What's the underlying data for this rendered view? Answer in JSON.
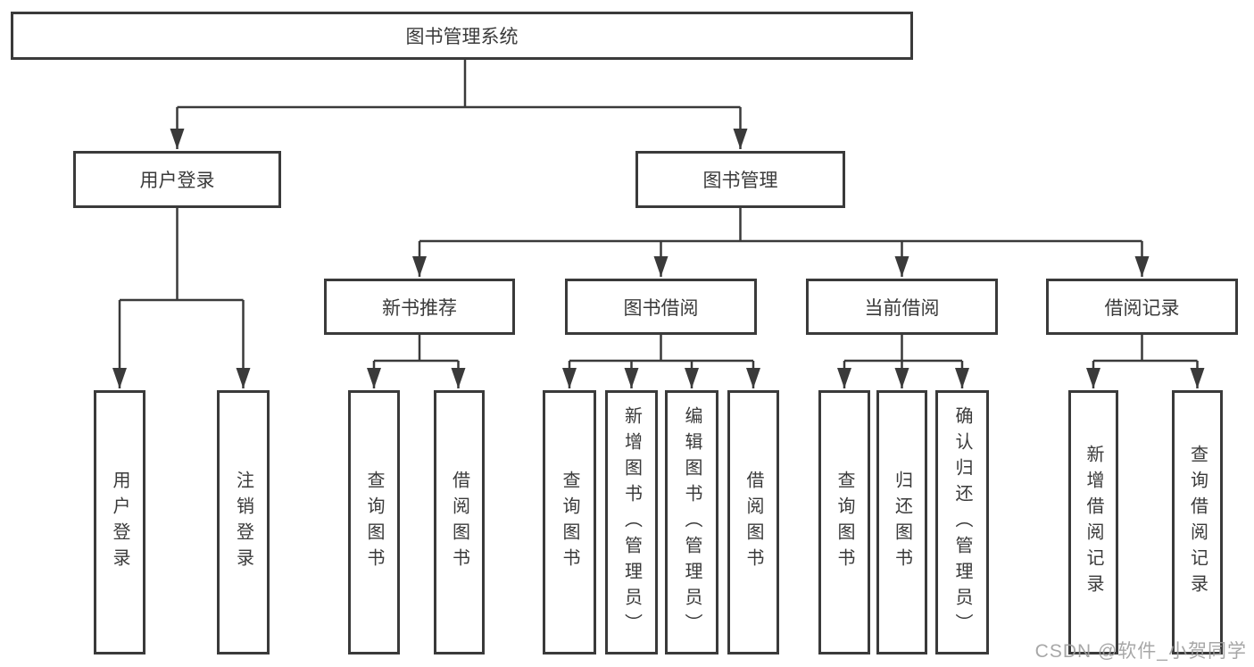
{
  "colors": {
    "line": "#3a3a3a",
    "box_border": "#3a3a3a",
    "text": "#3a3a3a",
    "background": "#ffffff",
    "watermark": "#9e9e9e"
  },
  "watermark": {
    "text": "CSDN @软件_小贺同学"
  },
  "tree": {
    "label": "图书管理系统",
    "children": [
      {
        "label": "用户登录",
        "children": [
          {
            "label": "用户登录"
          },
          {
            "label": "注销登录"
          }
        ]
      },
      {
        "label": "图书管理",
        "children": [
          {
            "label": "新书推荐",
            "children": [
              {
                "label": "查询图书"
              },
              {
                "label": "借阅图书"
              }
            ]
          },
          {
            "label": "图书借阅",
            "children": [
              {
                "label": "查询图书"
              },
              {
                "label": "新增图书（管理员）"
              },
              {
                "label": "编辑图书（管理员）"
              },
              {
                "label": "借阅图书"
              }
            ]
          },
          {
            "label": "当前借阅",
            "children": [
              {
                "label": "查询图书"
              },
              {
                "label": "归还图书"
              },
              {
                "label": "确认归还（管理员）"
              }
            ]
          },
          {
            "label": "借阅记录",
            "children": [
              {
                "label": "新增借阅记录"
              },
              {
                "label": "查询借阅记录"
              }
            ]
          }
        ]
      }
    ]
  }
}
